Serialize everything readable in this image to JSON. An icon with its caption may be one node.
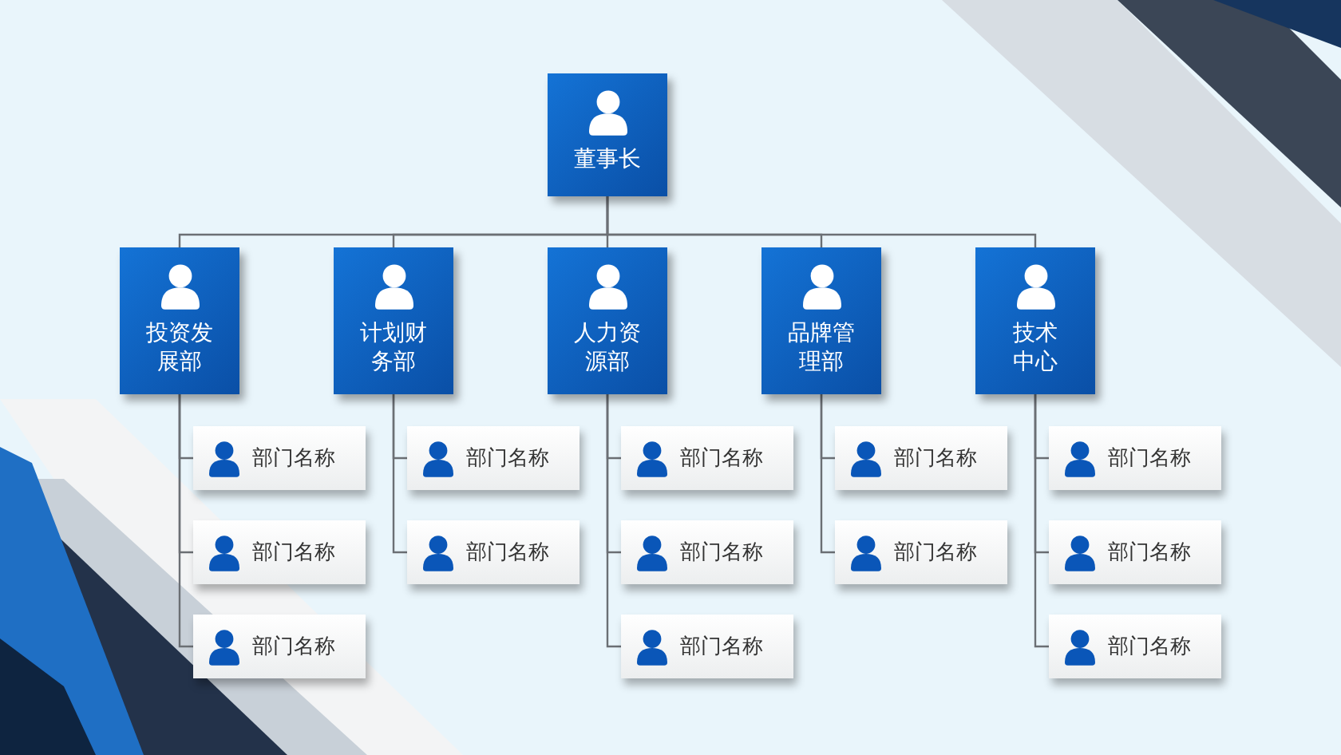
{
  "diagram": {
    "nodes": [
      {
        "text": [
          "董事长"
        ]
      },
      {
        "text": [
          "投资发展部"
        ]
      },
      {
        "text": [
          "计划财务部"
        ]
      },
      {
        "text": [
          "人力资源部"
        ]
      },
      {
        "text": [
          "品牌管理部"
        ]
      },
      {
        "text": [
          "技术中心"
        ]
      },
      {
        "text": [
          "部门名称"
        ]
      },
      {
        "text": [
          "部门名称"
        ]
      },
      {
        "text": [
          "部门名称"
        ]
      },
      {
        "text": [
          "部门名称"
        ]
      },
      {
        "text": [
          "部门名称"
        ]
      },
      {
        "text": [
          "部门名称"
        ]
      },
      {
        "text": [
          "部门名称"
        ]
      },
      {
        "text": [
          "部门名称"
        ]
      },
      {
        "text": [
          "部门名称"
        ]
      },
      {
        "text": [
          "部门名称"
        ]
      },
      {
        "text": [
          "部门名称"
        ]
      },
      {
        "text": [
          "部门名称"
        ]
      },
      {
        "text": [
          "部门名称"
        ]
      }
    ],
    "edges": [
      {
        "from": 0,
        "to": 1,
        "arrow": "none"
      },
      {
        "from": 0,
        "to": 2,
        "arrow": "none"
      },
      {
        "from": 0,
        "to": 3,
        "arrow": "none"
      },
      {
        "from": 0,
        "to": 4,
        "arrow": "none"
      },
      {
        "from": 0,
        "to": 5,
        "arrow": "none"
      },
      {
        "from": 1,
        "to": 6,
        "arrow": "none"
      },
      {
        "from": 1,
        "to": 7,
        "arrow": "none"
      },
      {
        "from": 1,
        "to": 8,
        "arrow": "none"
      },
      {
        "from": 2,
        "to": 9,
        "arrow": "none"
      },
      {
        "from": 2,
        "to": 10,
        "arrow": "none"
      },
      {
        "from": 3,
        "to": 11,
        "arrow": "none"
      },
      {
        "from": 3,
        "to": 12,
        "arrow": "none"
      },
      {
        "from": 3,
        "to": 13,
        "arrow": "none"
      },
      {
        "from": 4,
        "to": 14,
        "arrow": "none"
      },
      {
        "from": 4,
        "to": 15,
        "arrow": "none"
      },
      {
        "from": 5,
        "to": 16,
        "arrow": "none"
      },
      {
        "from": 5,
        "to": 17,
        "arrow": "none"
      },
      {
        "from": 5,
        "to": 18,
        "arrow": "none"
      }
    ]
  }
}
